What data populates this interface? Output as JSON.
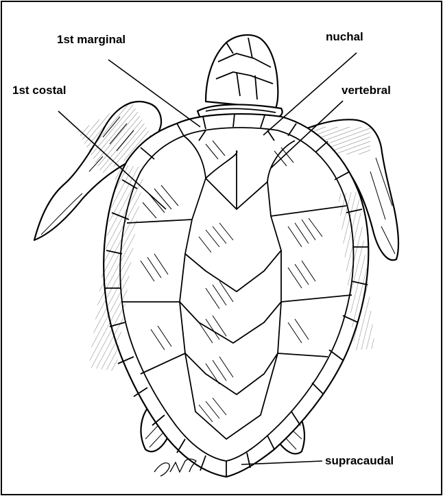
{
  "labels": {
    "first_marginal": "1st marginal",
    "first_costal": "1st costal",
    "nuchal": "nuchal",
    "vertebral": "vertebral",
    "supracaudal": "supracaudal"
  }
}
